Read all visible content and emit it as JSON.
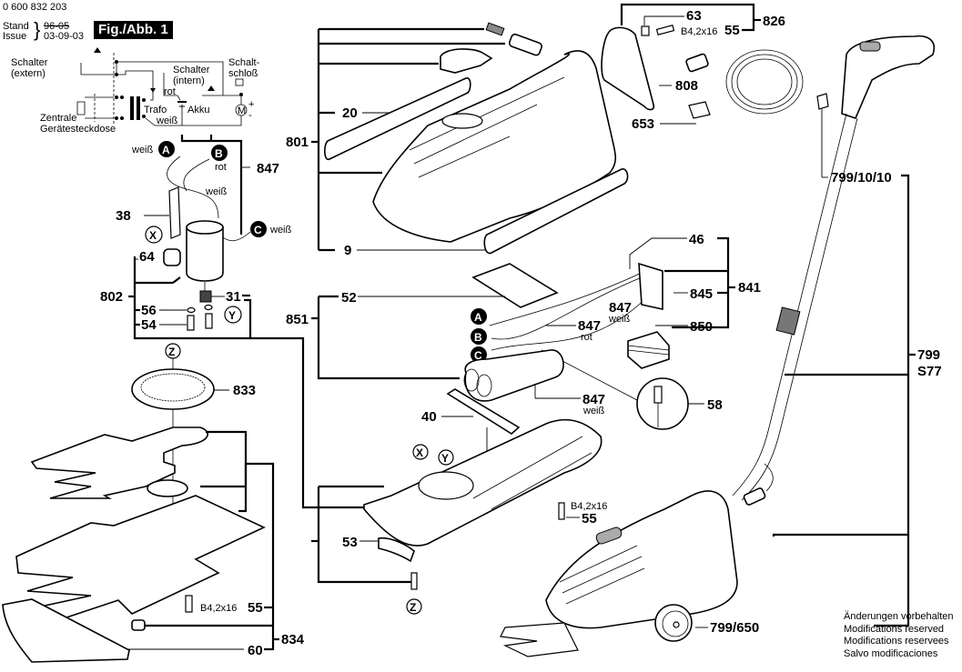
{
  "header": {
    "part_number": "0 600 832 203",
    "stand_label": "Stand",
    "issue_label": "Issue",
    "old_date_struck": "96-05",
    "issue_date": "03-09-03",
    "figure_title": "Fig./Abb. 1"
  },
  "schematic": {
    "labels": {
      "switch_external": "Schalter",
      "switch_external_sub": "(extern)",
      "switch_internal": "Schalter",
      "switch_internal_sub": "(intern)",
      "key_switch": "Schalt-",
      "key_switch_sub": "schloß",
      "red": "rot",
      "transformer": "Trafo",
      "battery": "Akku",
      "white": "weiß",
      "central_socket": "Zentrale",
      "central_socket_sub": "Gerätesteckdose",
      "motor": "M",
      "plus": "+",
      "minus": "-"
    }
  },
  "connectors": {
    "A": "A",
    "B": "B",
    "C": "C",
    "X": "X",
    "Y": "Y",
    "Z": "Z"
  },
  "wire_colors": {
    "white": "weiß",
    "red": "rot"
  },
  "parts": {
    "p20": "20",
    "p9": "9",
    "p801": "801",
    "p63": "63",
    "p826": "826",
    "p55": "55",
    "screw_spec": "B4,2x16",
    "p808": "808",
    "p653": "653",
    "p847": "847",
    "p38": "38",
    "p64": "64",
    "p802": "802",
    "p31": "31",
    "p56": "56",
    "p54": "54",
    "p46": "46",
    "p845": "845",
    "p841": "841",
    "p850": "850",
    "p52": "52",
    "p851": "851",
    "p58": "58",
    "p799_10_10": "799/10/10",
    "p799": "799",
    "s77": "S77",
    "p833": "833",
    "p40": "40",
    "p53": "53",
    "p834": "834",
    "p60": "60",
    "p799_650": "799/650"
  },
  "notes": [
    "Änderungen vorbehalten",
    "Modifications reserved",
    "Modifications reservees",
    "Salvo modificaciones"
  ]
}
